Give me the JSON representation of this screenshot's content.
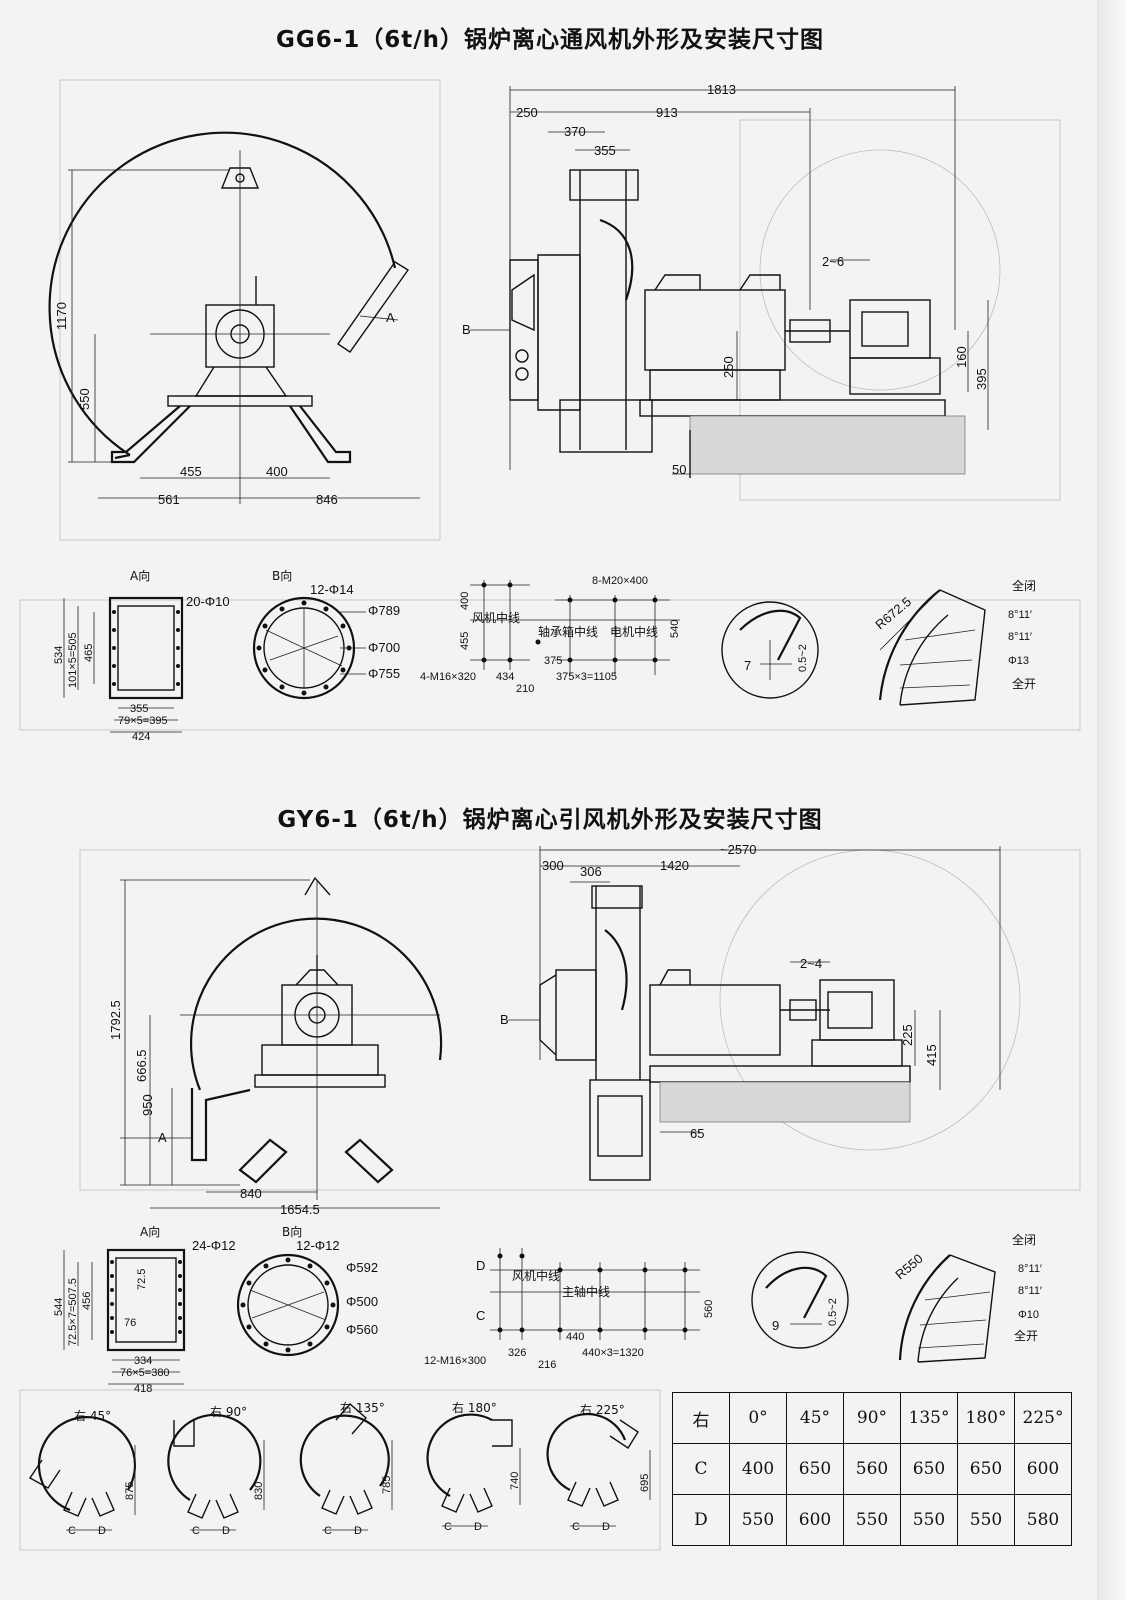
{
  "titles": {
    "gg": "GG6-1（6t/h）锅炉离心通风机外形及安装尺寸图",
    "gy": "GY6-1（6t/h）锅炉离心引风机外形及安装尺寸图"
  },
  "gg": {
    "front": {
      "h_total": "1170",
      "h_axis": "550",
      "w_455": "455",
      "w_400": "400",
      "w_561": "561",
      "w_846": "846",
      "arrow_a": "A"
    },
    "side": {
      "d1813": "1813",
      "d250": "250",
      "d913": "913",
      "d370": "370",
      "d355": "355",
      "d2_6": "2~6",
      "d250v": "250",
      "d160": "160",
      "d395": "395",
      "d50": "50",
      "arrow_b": "B"
    },
    "view_a": {
      "label": "A向",
      "holes": "20-Φ10",
      "h534": "534",
      "h101": "101×5=505",
      "h465": "465",
      "w355": "355",
      "w79": "79×5=395",
      "w424": "424"
    },
    "view_b": {
      "label": "B向",
      "holes": "12-Φ14",
      "d789": "Φ789",
      "d700": "Φ700",
      "d755": "Φ755"
    },
    "foundation": {
      "bolts": "8-M20×400",
      "d400": "400",
      "d455": "455",
      "fan_center": "风机中线",
      "bearing_center": "轴承箱中线",
      "motor_center": "电机中线",
      "d540": "540",
      "d375": "375",
      "m16": "4-M16×320",
      "d434": "434",
      "d210": "210",
      "d375x3": "375×3=1105"
    },
    "detail": {
      "d7": "7",
      "d05": "0.5~2"
    },
    "damper": {
      "r": "R672.5",
      "closed": "全闭",
      "a1": "8°11′",
      "a2": "8°11′",
      "phi": "Φ13",
      "open": "全开"
    }
  },
  "gy": {
    "front": {
      "h1792": "1792.5",
      "h666": "666.5",
      "h950": "950",
      "w840": "840",
      "w1654": "1654.5",
      "arrow_a": "A"
    },
    "side": {
      "d2570": "~2570",
      "d300": "300",
      "d306": "306",
      "d1420": "1420",
      "d2_4": "2~4",
      "d225": "225",
      "d415": "415",
      "d65": "65",
      "arrow_b": "B"
    },
    "view_a": {
      "label": "A向",
      "holes": "24-Φ12",
      "h544": "544",
      "h725": "72.5×7=507.5",
      "h456": "456",
      "h725b": "72.5",
      "h76": "76",
      "w334": "334",
      "w76": "76×5=380",
      "w418": "418"
    },
    "view_b": {
      "label": "B向",
      "holes": "12-Φ12",
      "d592": "Φ592",
      "d500": "Φ500",
      "d560": "Φ560"
    },
    "foundation": {
      "c": "C",
      "d": "D",
      "fan_center": "风机中线",
      "main_center": "主轴中线",
      "d560": "560",
      "d440": "440",
      "m16": "12-M16×300",
      "d326": "326",
      "d216": "216",
      "d440x3": "440×3=1320"
    },
    "detail": {
      "d9": "9",
      "d05": "0.5~2"
    },
    "damper": {
      "r": "R550",
      "closed": "全闭",
      "a1": "8°11′",
      "a2": "8°11′",
      "phi": "Φ10",
      "open": "全开"
    }
  },
  "orientations": [
    {
      "label": "右 45°",
      "h": "875"
    },
    {
      "label": "右 90°",
      "h": "830"
    },
    {
      "label": "右 135°",
      "h": "785"
    },
    {
      "label": "右 180°",
      "h": "740"
    },
    {
      "label": "右 225°",
      "h": "695"
    }
  ],
  "cd": {
    "c": "C",
    "d": "D"
  },
  "table": {
    "header": [
      "右",
      "0°",
      "45°",
      "90°",
      "135°",
      "180°",
      "225°"
    ],
    "rows": [
      [
        "C",
        "400",
        "650",
        "560",
        "650",
        "650",
        "600"
      ],
      [
        "D",
        "550",
        "600",
        "550",
        "550",
        "550",
        "580"
      ]
    ]
  }
}
